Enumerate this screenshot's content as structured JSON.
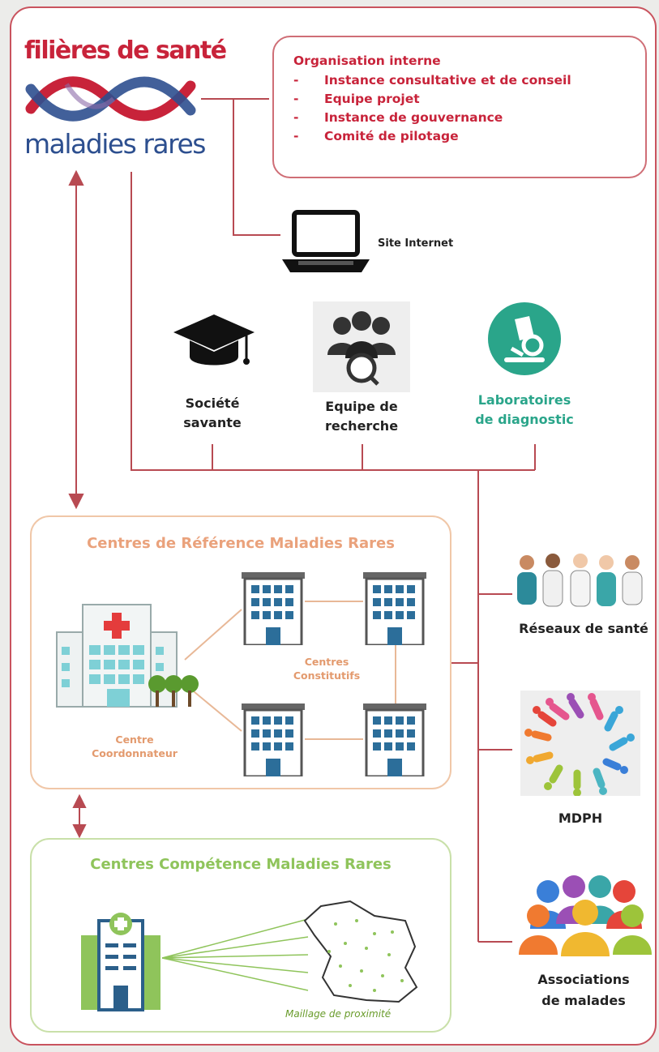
{
  "logo": {
    "top_text": "filières de santé",
    "bottom_text": "maladies rares"
  },
  "organisation": {
    "title": "Organisation interne",
    "items": [
      "Instance consultative et de conseil",
      "Equipe projet",
      "Instance de gouvernance",
      "Comité de pilotage"
    ]
  },
  "site_internet": "Site Internet",
  "middle_nodes": [
    {
      "line1": "Société",
      "line2": "savante",
      "icon": "graduation-cap-icon"
    },
    {
      "line1": "Equipe de",
      "line2": "recherche",
      "icon": "research-team-icon"
    },
    {
      "line1": "Laboratoires",
      "line2": "de diagnostic",
      "icon": "microscope-icon"
    }
  ],
  "crmr": {
    "title": "Centres de Référence Maladies Rares",
    "coordonnateur": [
      "Centre",
      "Coordonnateur"
    ],
    "constitutifs": [
      "Centres",
      "Constitutifs"
    ]
  },
  "ccmr": {
    "title": "Centres Compétence Maladies Rares",
    "caption": "Maillage de proximité"
  },
  "right_nodes": {
    "reseaux": "Réseaux de santé",
    "mdph": "MDPH",
    "associations": [
      "Associations",
      "de malades"
    ]
  },
  "colors": {
    "red": "#c8233a",
    "blue": "#2d4f8f",
    "teal": "#2aa58a",
    "orange": "#eaa27c",
    "green": "#8fc45b",
    "connector": "#b84a52"
  }
}
